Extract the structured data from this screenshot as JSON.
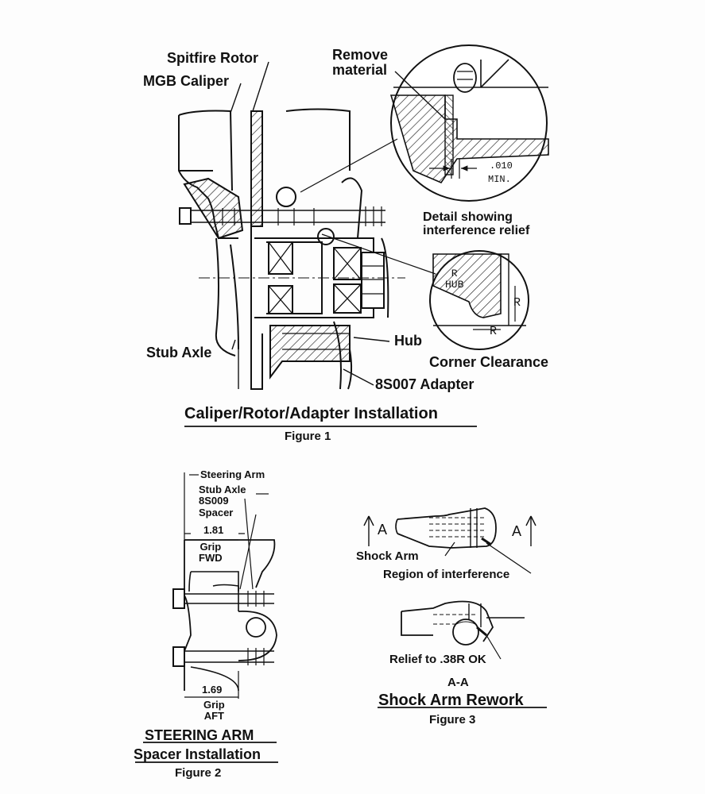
{
  "figure1": {
    "labels": {
      "spitfire_rotor": "Spitfire Rotor",
      "mgb_caliper": "MGB Caliper",
      "remove_material": "Remove\nmaterial",
      "detail_caption": "Detail showing\ninterference relief",
      "dim_010": ".010",
      "dim_min": "MIN.",
      "r_hub": "R\nHUB",
      "r_label": "R",
      "stub_axle": "Stub Axle",
      "hub": "Hub",
      "corner_clearance": "Corner Clearance",
      "adapter": "8S007 Adapter"
    },
    "title": "Caliper/Rotor/Adapter Installation",
    "caption": "Figure 1"
  },
  "figure2": {
    "labels": {
      "steering_arm": "Steering Arm",
      "stub_axle": "Stub Axle",
      "spacer_part": "8S009",
      "spacer": "Spacer",
      "dim_fwd": "1.81",
      "grip_fwd": "Grip\nFWD",
      "dim_aft": "1.69",
      "grip_aft": "Grip\nAFT"
    },
    "title_line1": "STEERING ARM",
    "title_line2": "Spacer Installation",
    "caption": "Figure 2"
  },
  "figure3": {
    "labels": {
      "section_a_left": "A",
      "section_a_right": "A",
      "shock_arm": "Shock Arm",
      "region": "Region of interference",
      "relief": "Relief to .38R OK",
      "section_aa": "A-A"
    },
    "title": "Shock Arm Rework",
    "caption": "Figure 3"
  }
}
